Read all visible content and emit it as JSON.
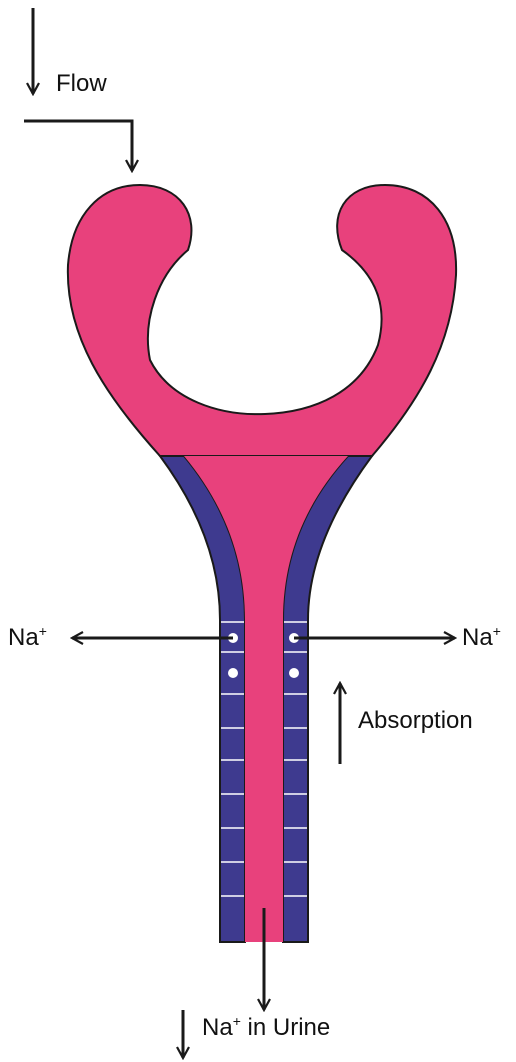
{
  "labels": {
    "flow": "Flow",
    "ion": "Na",
    "charge": "+",
    "absorption": "Absorption",
    "urine_suffix": " in Urine"
  },
  "colors": {
    "lumen": "#e8417c",
    "epithelium": "#3e3a8f",
    "outline": "#1a1a1a",
    "arrow": "#1a1a1a",
    "channel": "#ffffff"
  }
}
